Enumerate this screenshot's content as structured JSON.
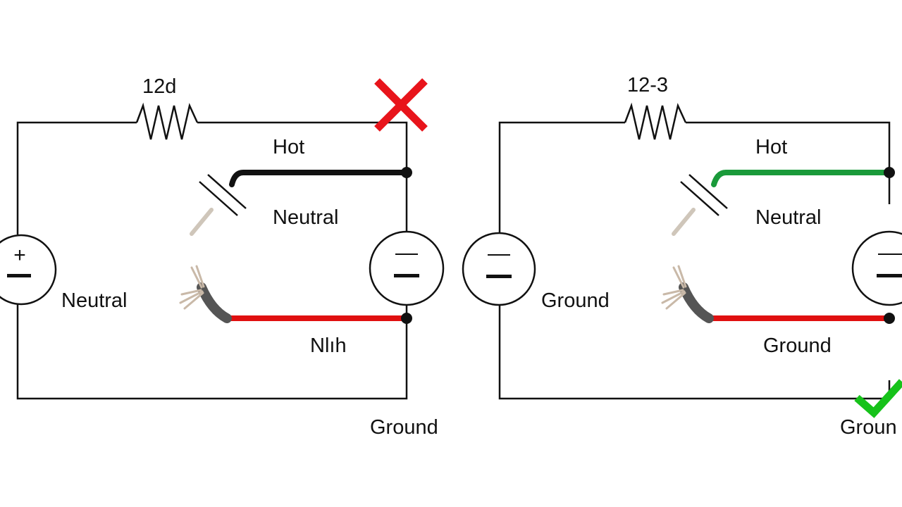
{
  "colors": {
    "background": "#ffffff",
    "line": "#111111",
    "hot_left": "#111111",
    "hot_right": "#1a9a3a",
    "red_wire": "#e01010",
    "insulation": "#555555",
    "copper_strands": "#c9b9a8",
    "x_mark": "#e8141b",
    "check_mark": "#16c21a"
  },
  "icons": {
    "left_status": "x-mark-icon",
    "right_status": "check-mark-icon"
  },
  "left_diagram": {
    "resistor_label": "12d",
    "hot_label": "Hot",
    "neutral_label": "Neutral",
    "side_label": "Neutral",
    "lower_label": "Nlıh",
    "ground_label": "Ground",
    "source_symbols": [
      "+",
      "−"
    ],
    "load_symbols": [
      "−",
      "−"
    ]
  },
  "right_diagram": {
    "resistor_label": "12-3",
    "hot_label": "Hot",
    "neutral_label": "Neutral",
    "side_label": "Ground",
    "lower_label": "Ground",
    "ground_label": "Groun",
    "source_symbols": [
      "−",
      "−"
    ],
    "load_symbols": [
      "−",
      "−"
    ]
  }
}
